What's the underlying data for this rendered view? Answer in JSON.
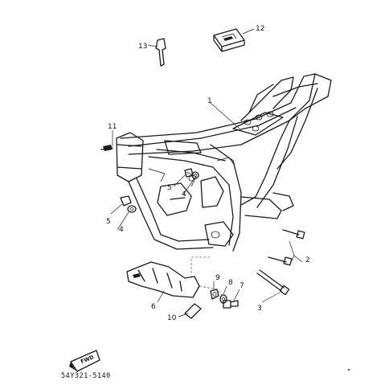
{
  "callouts": [
    {
      "id": "1",
      "text": "1"
    },
    {
      "id": "2",
      "text": "2"
    },
    {
      "id": "3",
      "text": "3"
    },
    {
      "id": "4a",
      "text": "4"
    },
    {
      "id": "4b",
      "text": "4"
    },
    {
      "id": "5a",
      "text": "5"
    },
    {
      "id": "5b",
      "text": "5"
    },
    {
      "id": "6",
      "text": "6"
    },
    {
      "id": "7",
      "text": "7"
    },
    {
      "id": "8",
      "text": "8"
    },
    {
      "id": "9",
      "text": "9"
    },
    {
      "id": "10",
      "text": "10"
    },
    {
      "id": "11",
      "text": "11"
    },
    {
      "id": "12",
      "text": "12"
    },
    {
      "id": "13",
      "text": "13"
    }
  ],
  "fwd_label": "FWD",
  "diagram_code": "54Y321-5140"
}
